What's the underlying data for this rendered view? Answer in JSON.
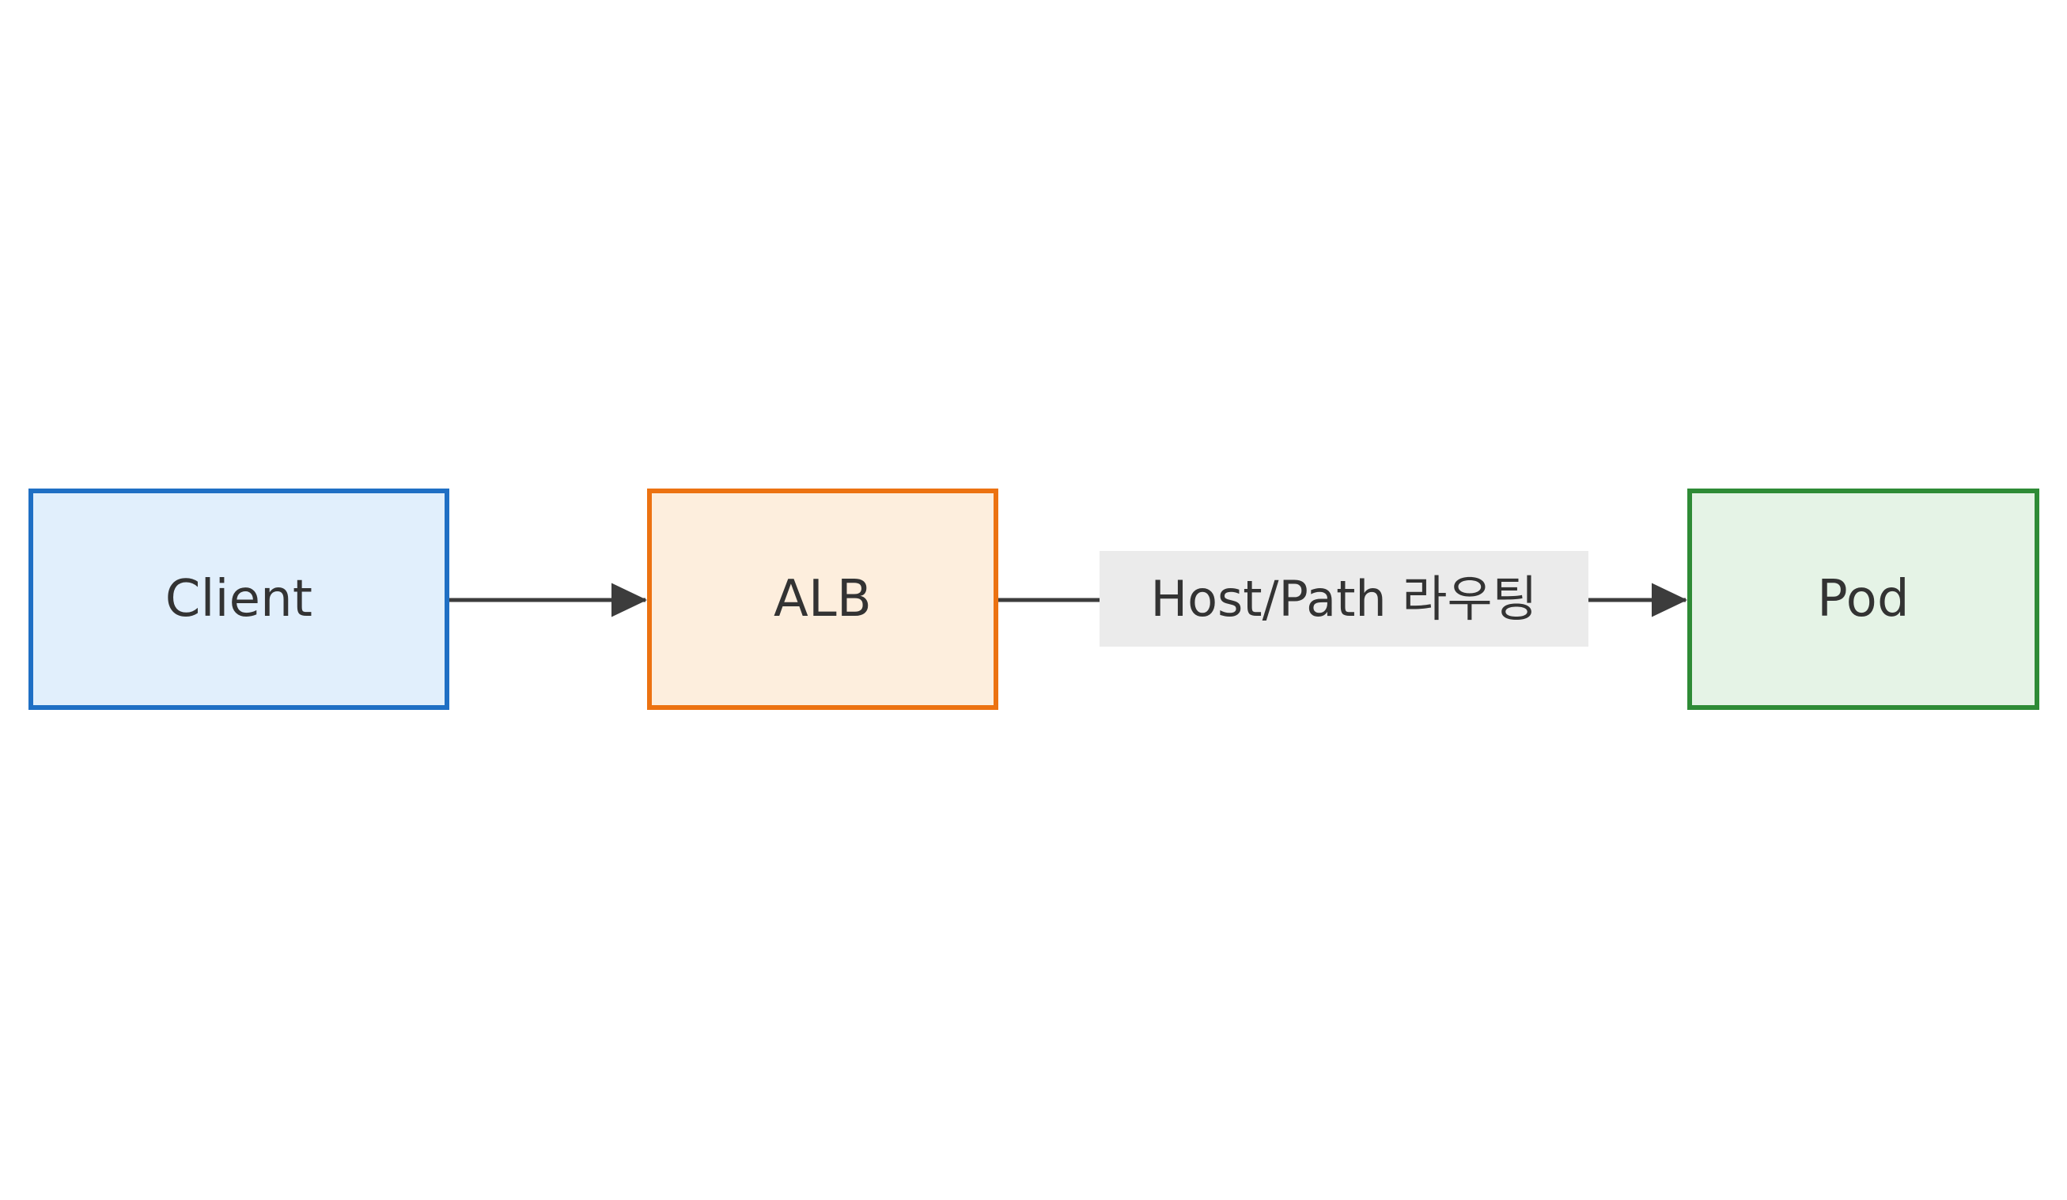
{
  "diagram": {
    "type": "flowchart",
    "direction": "left-to-right",
    "background_color": "#ffffff",
    "nodes": [
      {
        "id": "client",
        "label": "Client",
        "shape": "rectangle",
        "border_color": "#1f6fc4",
        "fill_color": "#e1effc",
        "text_color": "#333333"
      },
      {
        "id": "alb",
        "label": "ALB",
        "shape": "rectangle",
        "border_color": "#ec7211",
        "fill_color": "#fdeedd",
        "text_color": "#333333"
      },
      {
        "id": "pod",
        "label": "Pod",
        "shape": "rectangle",
        "border_color": "#2e8b36",
        "fill_color": "#e5f3e6",
        "text_color": "#333333"
      }
    ],
    "edges": [
      {
        "id": "client-to-alb",
        "from": "client",
        "to": "alb",
        "label": "",
        "arrow": "end",
        "line_color": "#3c3c3c"
      },
      {
        "id": "alb-to-pod",
        "from": "alb",
        "to": "pod",
        "label": "Host/Path 라우팅",
        "arrow": "end",
        "line_color": "#3c3c3c",
        "label_background_color": "#ebebeb",
        "label_text_color": "#333333"
      }
    ]
  }
}
